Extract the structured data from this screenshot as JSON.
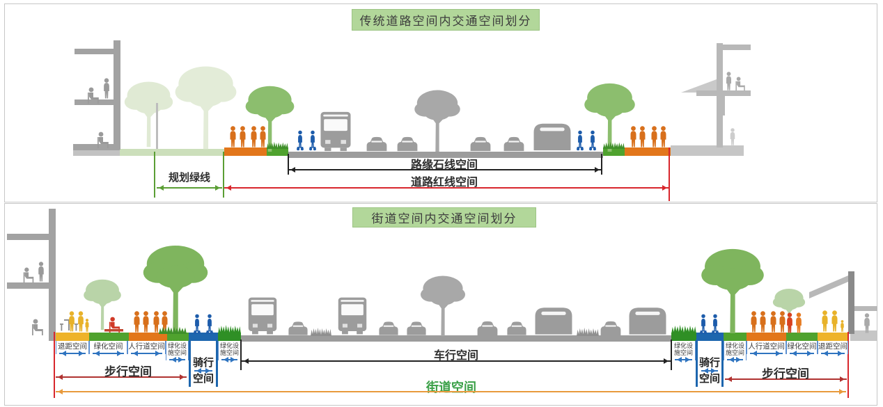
{
  "top_panel": {
    "title": "传统道路空间内交通空间划分",
    "planning_green_line_label": "规划绿线",
    "curb_line_space_label": "路缘石线空间",
    "road_red_line_space_label": "道路红线空间"
  },
  "bottom_panel": {
    "title": "街道空间内交通空间划分",
    "left": {
      "setback": "退距空间",
      "greening": "绿化空间",
      "sidewalk": "人行道空间",
      "green_facility": "绿化设施空间",
      "bike_line1": "骑行",
      "bike_line2": "空间",
      "green_facility_inner": "绿化设施空间",
      "walk": "步行空间"
    },
    "right": {
      "green_facility_inner": "绿化设施空间",
      "bike_line1": "骑行",
      "bike_line2": "空间",
      "green_facility": "绿化设施空间",
      "sidewalk": "人行道空间",
      "greening": "绿化空间",
      "setback": "退距空间",
      "walk": "步行空间"
    },
    "vehicle_space_label": "车行空间",
    "street_space_label": "街道空间"
  },
  "colors": {
    "title_bg": "#b2d79a",
    "orange_strip": "#e2761b",
    "green_strip": "#4fa22e",
    "yellow_strip": "#eeb32a",
    "blue_strip": "#1d66ae",
    "light_green_ground": "#ccdfbb",
    "road_gray": "#9c9c9c",
    "sidewalk_gray": "#c6c6c6",
    "red_line": "#d8262c",
    "walk_arrow_red": "#b03230",
    "street_arrow_orange": "#e89a3c",
    "green_annotation": "#5a9e34",
    "blue_annotation": "#2f74c0",
    "street_text_green": "#3aa047",
    "black_annotation": "#222222"
  }
}
